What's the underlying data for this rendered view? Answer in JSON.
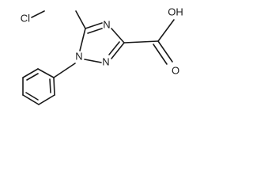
{
  "molecule": {
    "atoms": {
      "cl": "Cl",
      "n4": "N",
      "n1": "N",
      "n2": "N",
      "oh": "OH",
      "o": "O"
    }
  }
}
